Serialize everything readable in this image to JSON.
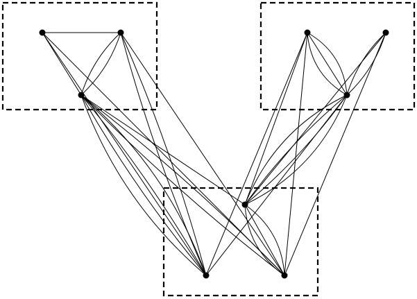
{
  "diagram": {
    "kind": "multigraph",
    "clusters": [
      {
        "id": "cluster-top-left",
        "nodes": [
          "a",
          "b",
          "c"
        ]
      },
      {
        "id": "cluster-top-right",
        "nodes": [
          "d",
          "e",
          "f"
        ]
      },
      {
        "id": "cluster-bottom",
        "nodes": [
          "g",
          "h",
          "i"
        ]
      }
    ],
    "nodes": [
      "a",
      "b",
      "c",
      "d",
      "e",
      "f",
      "g",
      "h",
      "i"
    ],
    "edges": [
      {
        "from": "a",
        "to": "b",
        "count": 1
      },
      {
        "from": "a",
        "to": "c",
        "count": 1
      },
      {
        "from": "b",
        "to": "c",
        "count": 2
      },
      {
        "from": "a",
        "to": "h",
        "count": 1
      },
      {
        "from": "a",
        "to": "i",
        "count": 1
      },
      {
        "from": "b",
        "to": "h",
        "count": 2
      },
      {
        "from": "b",
        "to": "i",
        "count": 1
      },
      {
        "from": "c",
        "to": "h",
        "count": 4
      },
      {
        "from": "c",
        "to": "i",
        "count": 2
      },
      {
        "from": "c",
        "to": "g",
        "count": 1
      },
      {
        "from": "d",
        "to": "f",
        "count": 3
      },
      {
        "from": "e",
        "to": "f",
        "count": 2
      },
      {
        "from": "d",
        "to": "g",
        "count": 1
      },
      {
        "from": "d",
        "to": "h",
        "count": 1
      },
      {
        "from": "d",
        "to": "i",
        "count": 1
      },
      {
        "from": "f",
        "to": "g",
        "count": 4
      },
      {
        "from": "f",
        "to": "h",
        "count": 1
      },
      {
        "from": "e",
        "to": "g",
        "count": 1
      },
      {
        "from": "e",
        "to": "i",
        "count": 1
      },
      {
        "from": "g",
        "to": "i",
        "count": 3
      }
    ]
  }
}
